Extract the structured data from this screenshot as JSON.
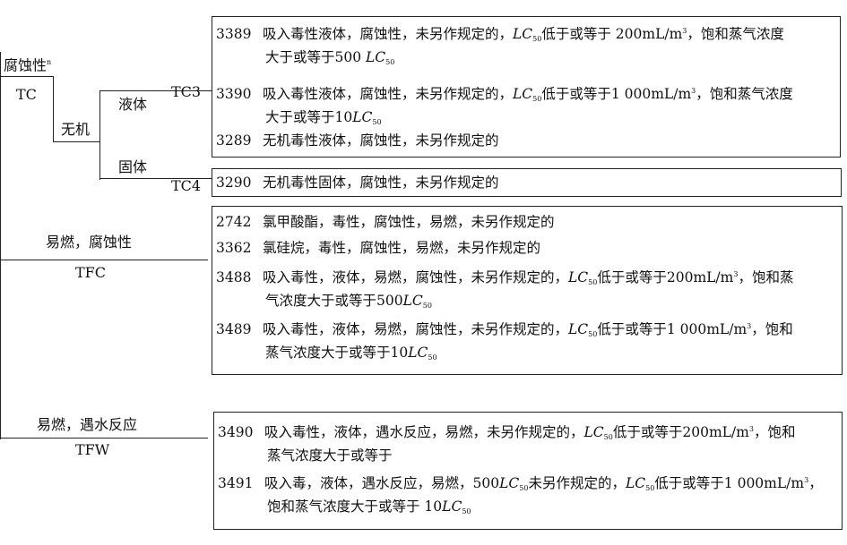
{
  "tree": {
    "corrosive_label": "腐蚀性",
    "corrosive_mark": "n",
    "tc_label": "TC",
    "inorganic_label": "无机",
    "liquid_label": "液体",
    "solid_label": "固体",
    "tc3_label": "TC3",
    "tc4_label": "TC4",
    "flammable_corrosive_label": "易燃，腐蚀性",
    "tfc_label": "TFC",
    "flammable_water_label": "易燃，遇水反应",
    "tfw_label": "TFW"
  },
  "groups": {
    "tc3": [
      {
        "code": "3389",
        "line1_a": "吸入毒性液体，腐蚀性，未另作规定的，",
        "lc": "LC",
        "lc_sub": "50",
        "line1_b": "低于或等于 200mL/m",
        "sup": "3",
        "line1_c": "，饱和蒸气浓度",
        "line2_a": "大于或等于500 ",
        "line2_lc": "LC",
        "line2_sub": "50"
      },
      {
        "code": "3390",
        "line1_a": "吸入毒性液体，腐蚀性，未另作规定的，",
        "lc": "LC",
        "lc_sub": "50",
        "line1_b": "低于或等于1 000mL/m",
        "sup": "3",
        "line1_c": "，饱和蒸气浓度",
        "line2_a": "大于或等于10",
        "line2_lc": "LC",
        "line2_sub": "50"
      },
      {
        "code": "3289",
        "text": "无机毒性液体，腐蚀性，未另作规定的"
      }
    ],
    "tc4": [
      {
        "code": "3290",
        "text": "无机毒性固体，腐蚀性，未另作规定的"
      }
    ],
    "tfc": [
      {
        "code": "2742",
        "text": "氯甲酸酯，毒性，腐蚀性，易燃，未另作规定的"
      },
      {
        "code": "3362",
        "text": "氯硅烷，毒性，腐蚀性，易燃，未另作规定的"
      },
      {
        "code": "3488",
        "line1_a": "吸入毒性，液体，易燃，腐蚀性，未另作规定的，",
        "lc": "LC",
        "lc_sub": "50",
        "line1_b": "低于或等于200mL/m",
        "sup": "3",
        "line1_c": "，饱和蒸",
        "line2_a": "气浓度大于或等于500",
        "line2_lc": "LC",
        "line2_sub": "50"
      },
      {
        "code": "3489",
        "line1_a": "吸入毒性，液体，易燃，腐蚀性，未另作规定的，",
        "lc": "LC",
        "lc_sub": "50",
        "line1_b": "低于或等于1 000mL/m",
        "sup": "3",
        "line1_c": "，饱和",
        "line2_a": "蒸气浓度大于或等于10",
        "line2_lc": "LC",
        "line2_sub": "50"
      }
    ],
    "tfw": [
      {
        "code": "3490",
        "line1_a": "吸入毒性，液体，遇水反应，易燃，未另作规定的，",
        "lc": "LC",
        "lc_sub": "50",
        "line1_b": "低于或等于200mL/m",
        "sup": "3",
        "line1_c": "，饱和",
        "line2_a": "蒸气浓度大于或等于",
        "line2_lc": "",
        "line2_sub": ""
      },
      {
        "code": "3491",
        "line1_a": "吸入毒，液体，遇水反应，易燃，500",
        "lc": "LC",
        "lc_sub": "50",
        "line1_b": "未另作规定的，",
        "lc2": "LC",
        "lc2_sub": "50",
        "line1_c2": "低于或等于1 000mL/m",
        "sup": "3",
        "line1_c": "，",
        "line2_a": "饱和蒸气浓度大于或等于 10",
        "line2_lc": "LC",
        "line2_sub": "50"
      }
    ]
  }
}
